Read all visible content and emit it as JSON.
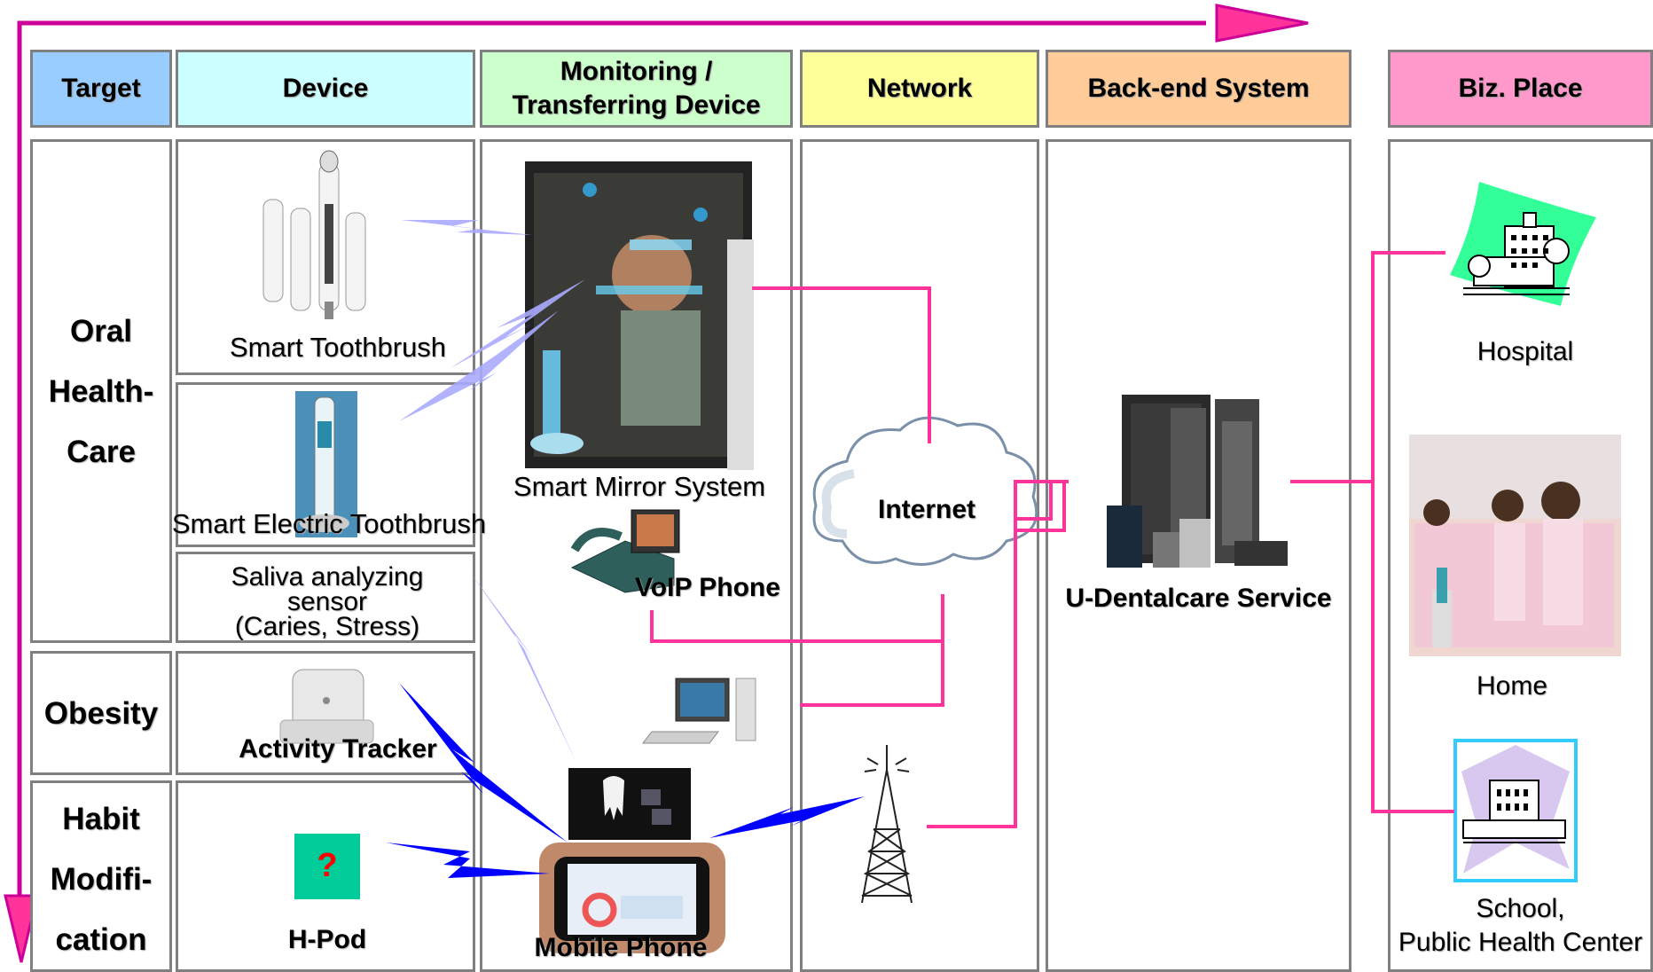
{
  "headers": {
    "target": "Target",
    "device": "Device",
    "monitoring_line1": "Monitoring /",
    "monitoring_line2": "Transferring Device",
    "network": "Network",
    "backend": "Back-end System",
    "biz": "Biz. Place"
  },
  "header_colors": {
    "target": "#99CCFF",
    "device": "#CCFFFF",
    "monitoring": "#CCFFCC",
    "network": "#FFFF99",
    "backend": "#FFCC99",
    "biz": "#FF99CC"
  },
  "targets": {
    "oral_line1": "Oral",
    "oral_line2": "Health-",
    "oral_line3": "Care",
    "obesity": "Obesity",
    "habit_line1": "Habit",
    "habit_line2": "Modifi-",
    "habit_line3": "cation"
  },
  "devices": {
    "smart_toothbrush": "Smart Toothbrush",
    "smart_electric_toothbrush": "Smart Electric Toothbrush",
    "saliva_line1": "Saliva analyzing",
    "saliva_line2": "sensor",
    "saliva_line3": "(Caries, Stress)",
    "activity_tracker": "Activity Tracker",
    "hpod": "H-Pod",
    "hpod_symbol": "?"
  },
  "monitoring": {
    "smart_mirror": "Smart Mirror System",
    "voip_phone": "VoIP Phone",
    "mobile_phone": "Mobile Phone"
  },
  "network": {
    "internet": "Internet"
  },
  "backend": {
    "service": "U-Dentalcare Service"
  },
  "biz": {
    "hospital": "Hospital",
    "home": "Home",
    "school_line1": "School,",
    "school_line2": "Public Health Center"
  },
  "colors": {
    "connector": "#FF3399",
    "arrow": "#CC0099",
    "wireless": "#0000FF",
    "wireless_light": "#AAAAFF"
  },
  "icons": [
    "toothbrush-image",
    "electric-toothbrush-image",
    "mirror-image",
    "voip-phone-image",
    "computer-image",
    "tablet-image",
    "mobile-phone-image",
    "activity-tracker-image",
    "cloud-icon",
    "antenna-tower-icon",
    "server-rack-image",
    "hospital-icon",
    "home-photo",
    "school-icon"
  ]
}
